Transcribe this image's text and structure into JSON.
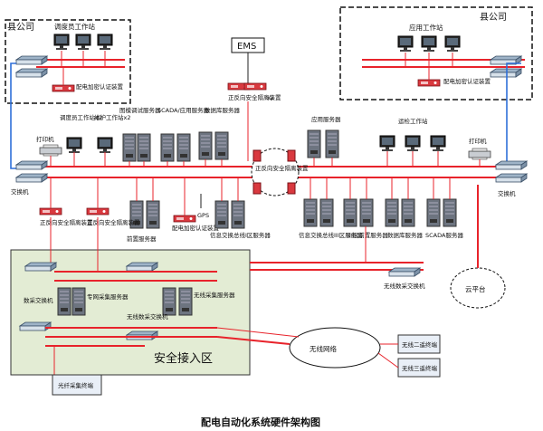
{
  "caption": "配电自动化系统硬件架构图",
  "left_county": {
    "label": "县公司",
    "station": "调度员工作站",
    "auth": "配电加密认证装置"
  },
  "right_county": {
    "label": "县公司",
    "station": "应用工作站",
    "auth": "配电加密认证装置"
  },
  "ems": {
    "label": "EMS",
    "isolation": "正反向安全隔离装置",
    "multiplier": "x2"
  },
  "main": {
    "printer_left": "打印机",
    "printer_right": "打印机",
    "switch_left": "交换机",
    "switch_right": "交换机",
    "center_isolation": "正反向安全隔离装置",
    "dispatcher_ws": "调度员工作站x2",
    "maint_ws": "维护工作站x2",
    "graph_server": "图模调试服务器",
    "scada_server": "SCADA/应用服务器",
    "db_server_left": "数据库服务器",
    "gps": "GPS",
    "auth_mid": "配电加密认证装置",
    "frontend_server": "前置服务器",
    "info_bus_i": "信息交换总线I区服务器",
    "app_servers": "应用服务器",
    "ops_ws": "运检工作站",
    "info_bus_iii": "信息交换总线III区服务器",
    "zone3_frontend": "III区前置服务器",
    "db_server_right": "数据库服务器",
    "scada_server_right": "SCADA服务器",
    "left_iso_1": "正反向安全隔离装置",
    "left_iso_2": "正反向安全隔离装置"
  },
  "secure_zone": {
    "label": "安全接入区",
    "collect_switch": "数采交换机",
    "private_net_server": "专网采集服务器",
    "wireless_server": "无线采集服务器",
    "wireless_switch": "无线数采交换机",
    "fiber_terminal": "光纤采集终端"
  },
  "wireless_switch_right": "无线数采交换机",
  "wireless_net": "无线网络",
  "wireless_terminal_1": "无线二遥终端",
  "wireless_terminal_2": "无线三遥终端",
  "cloud": "云平台"
}
